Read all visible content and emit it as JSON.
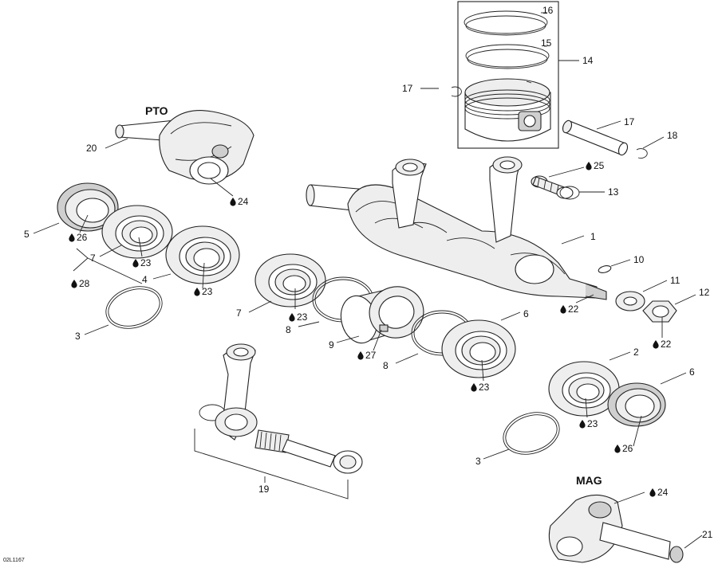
{
  "diagram": {
    "labels": {
      "pto": "PTO",
      "mag": "MAG",
      "ref_code": "02L1167"
    },
    "callouts": {
      "c1": "1",
      "c2": "2",
      "c3a": "3",
      "c3b": "3",
      "c4": "4",
      "c5": "5",
      "c6a": "6",
      "c6b": "6",
      "c7a": "7",
      "c7b": "7",
      "c8a": "8",
      "c8b": "8",
      "c9": "9",
      "c10": "10",
      "c11": "11",
      "c12": "12",
      "c13": "13",
      "c14": "14",
      "c15": "15",
      "c16": "16",
      "c17a": "17",
      "c17b": "17",
      "c18": "18",
      "c19": "19",
      "c20": "20",
      "c21": "21"
    },
    "lube_refs": {
      "l22a": "22",
      "l22b": "22",
      "l23a": "23",
      "l23b": "23",
      "l23c": "23",
      "l23d": "23",
      "l23e": "23",
      "l24a": "24",
      "l24b": "24",
      "l25": "25",
      "l26a": "26",
      "l26b": "26",
      "l27": "27",
      "l28": "28"
    }
  }
}
